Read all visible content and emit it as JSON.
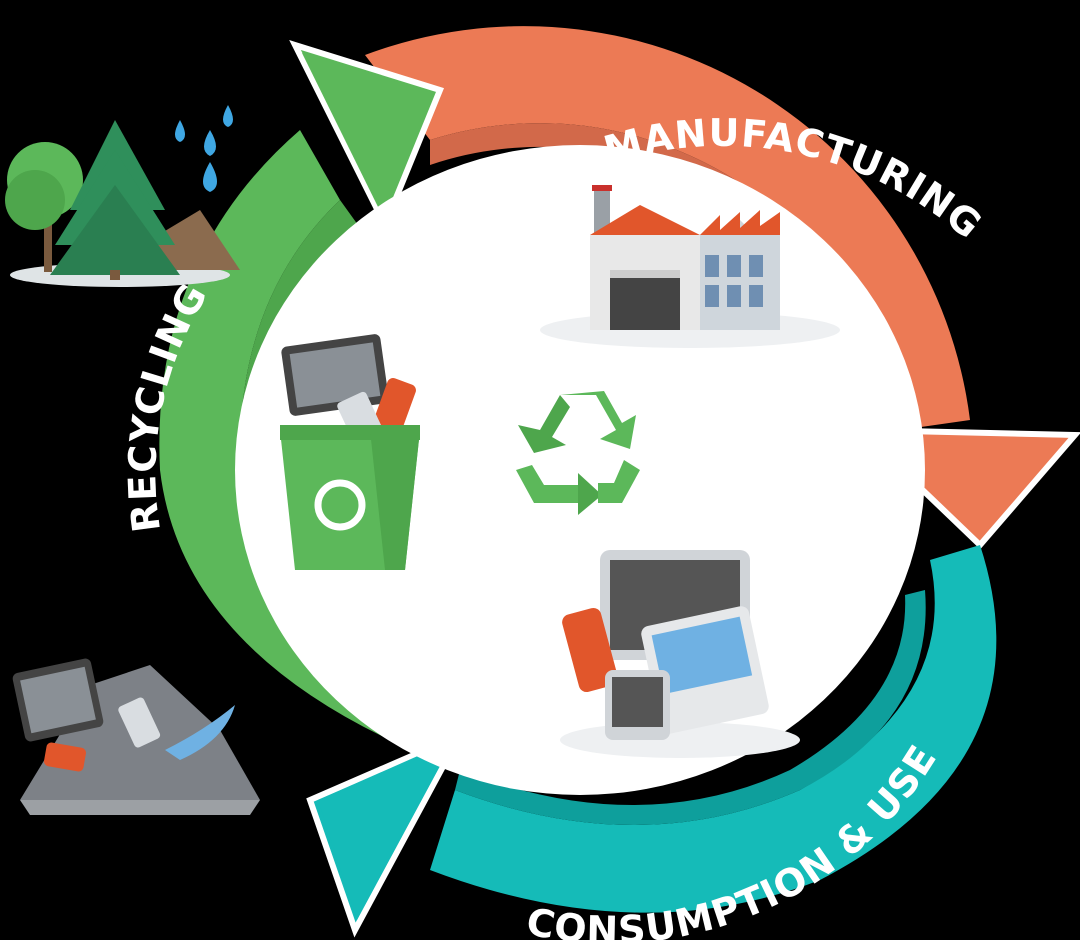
{
  "diagram": {
    "stages": [
      {
        "label": "MANUFACTURING",
        "color": "#ec7a55",
        "icon": "factory-icon"
      },
      {
        "label": "CONSUMPTION & USE",
        "color": "#15bbb8",
        "icon": "devices-icon"
      },
      {
        "label": "RECYCLING",
        "color": "#5cb85a",
        "icon": "recycle-bin-icon"
      }
    ],
    "center_icon": "recycle-symbol-icon",
    "side_icons": [
      "trees-and-water-icon",
      "waste-pile-icon"
    ],
    "colors": {
      "background": "#000000",
      "center": "#ffffff",
      "inner_shadow_orange": "#d2694a",
      "inner_shadow_teal": "#0e9f9c",
      "inner_shadow_green": "#4ea64c"
    }
  }
}
